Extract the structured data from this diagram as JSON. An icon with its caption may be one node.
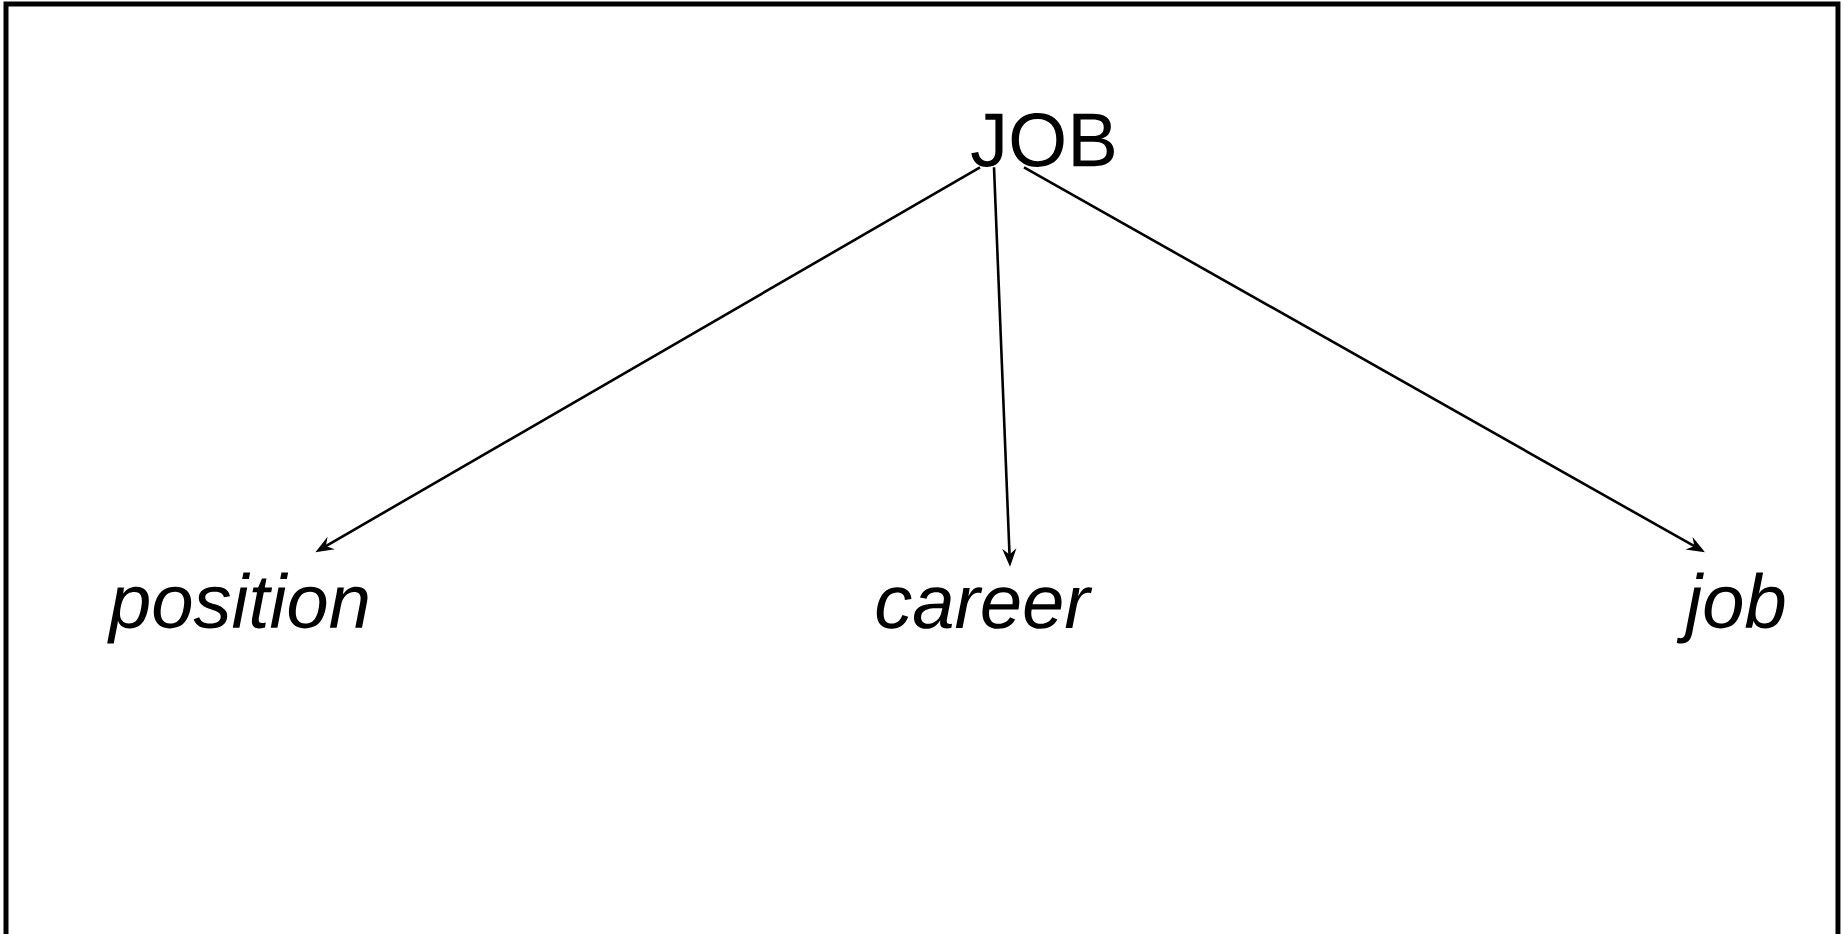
{
  "diagram": {
    "nodes": [
      {
        "text": [
          "JOB"
        ]
      },
      {
        "text": [
          "position"
        ]
      },
      {
        "text": [
          "career"
        ]
      },
      {
        "text": [
          "job"
        ]
      }
    ],
    "edges": [
      {
        "from": 0,
        "to": 1,
        "arrow": "to"
      },
      {
        "from": 0,
        "to": 2,
        "arrow": "to"
      },
      {
        "from": 0,
        "to": 3,
        "arrow": "to"
      }
    ]
  }
}
